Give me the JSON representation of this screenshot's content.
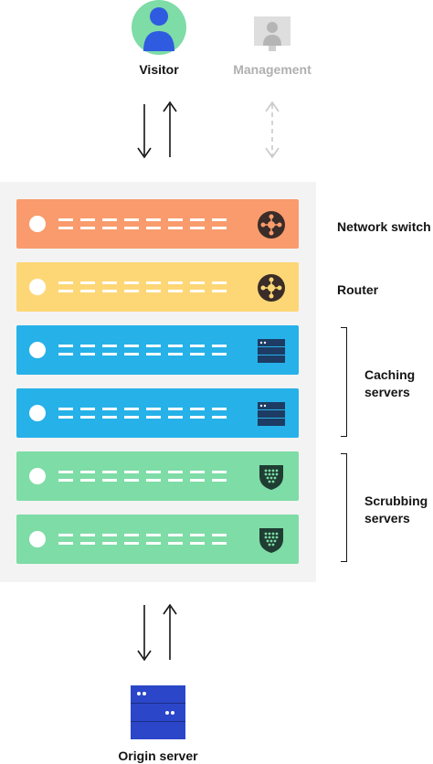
{
  "top": {
    "visitor_label": "Visitor",
    "management_label": "Management"
  },
  "rack_units": [
    {
      "role": "network-switch",
      "color": "#f99b6c",
      "icon": "switch-hub-icon"
    },
    {
      "role": "router",
      "color": "#fdd776",
      "icon": "router-hub-icon"
    },
    {
      "role": "caching-server",
      "color": "#26b1e8",
      "icon": "server-stack-icon"
    },
    {
      "role": "caching-server",
      "color": "#26b1e8",
      "icon": "server-stack-icon"
    },
    {
      "role": "scrubbing-server",
      "color": "#7edca6",
      "icon": "shield-icon"
    },
    {
      "role": "scrubbing-server",
      "color": "#7edca6",
      "icon": "shield-icon"
    }
  ],
  "side_labels": {
    "network_switch": "Network switch",
    "router": "Router",
    "caching_line1": "Caching",
    "caching_line2": "servers",
    "scrubbing_line1": "Scrubbing",
    "scrubbing_line2": "servers"
  },
  "bottom": {
    "origin_label": "Origin server"
  },
  "colors": {
    "visitor_circle": "#7edca6",
    "visitor_person": "#2f5be0",
    "management_gray": "#cccccc",
    "icon_dark": "#3a2c28",
    "origin_blue": "#2b46c9"
  }
}
